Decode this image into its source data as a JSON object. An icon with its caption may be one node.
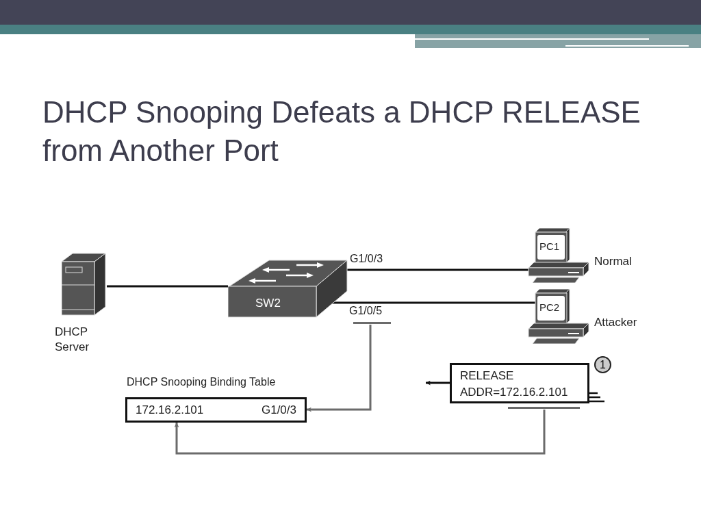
{
  "diagram": {
    "title": "DHCP Snooping Defeats a DHCP RELEASE from Another Port",
    "nodes": [
      {
        "text": [
          "DHCP Server"
        ]
      },
      {
        "text": [
          "SW2"
        ]
      },
      {
        "text": [
          "PC1"
        ],
        "beside": [
          "Normal"
        ]
      },
      {
        "text": [
          "PC2"
        ],
        "beside": [
          "Attacker"
        ]
      },
      {
        "text": [
          "DHCP Snooping Binding Table",
          "172.16.2.101",
          "G1/0/3"
        ]
      },
      {
        "text": [
          "RELEASE ADDR=172.16.2.101"
        ],
        "beside": [
          "1"
        ]
      },
      {
        "text": [
          "G1/0/5"
        ]
      }
    ],
    "edges": [
      {
        "from": 0,
        "to": 1,
        "arrow": "none"
      },
      {
        "from": 1,
        "to": 2,
        "arrow": "none"
      },
      {
        "from": 1,
        "to": 3,
        "arrow": "none"
      },
      {
        "from": 6,
        "to": 4,
        "arrow": "to",
        "color": "#6b6b6b"
      },
      {
        "from": 5,
        "to": 4,
        "arrow": "to",
        "color": "#6b6b6b"
      },
      {
        "from": 5,
        "to": null,
        "arrow": "to"
      }
    ],
    "labels": [
      "G1/0/3"
    ]
  }
}
